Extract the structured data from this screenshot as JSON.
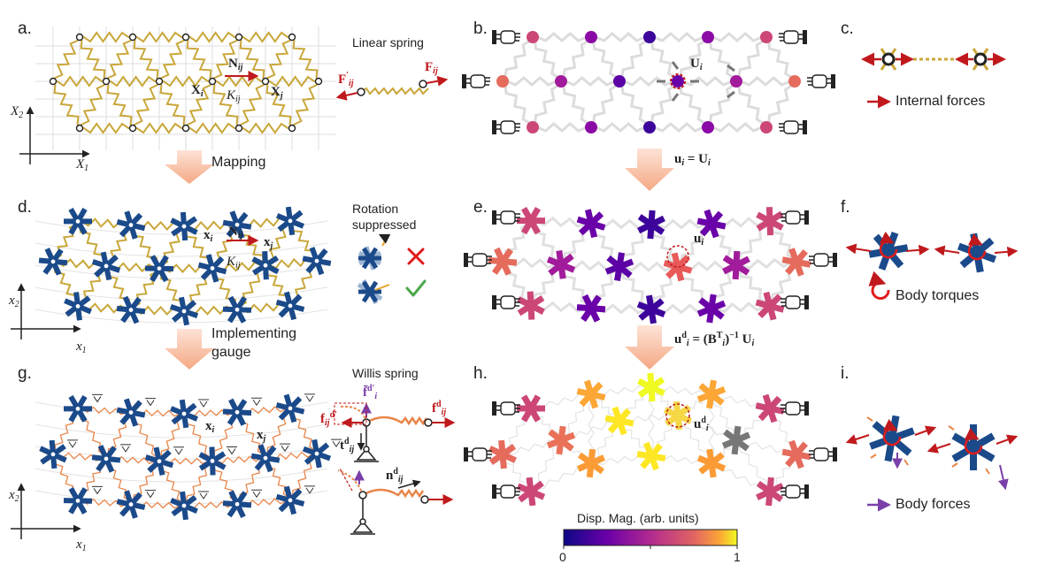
{
  "panels": {
    "a": "a.",
    "b": "b.",
    "c": "c.",
    "d": "d.",
    "e": "e.",
    "f": "f.",
    "g": "g.",
    "h": "h.",
    "i": "i."
  },
  "labels": {
    "linear_spring": "Linear spring",
    "internal_forces": "Internal forces",
    "mapping": "Mapping",
    "rotation_suppressed_1": "Rotation",
    "rotation_suppressed_2": "suppressed",
    "body_torques": "Body torques",
    "implementing_1": "Implementing",
    "implementing_2": "gauge",
    "willis_spring": "Willis spring",
    "body_forces": "Body forces"
  },
  "math": {
    "N": "N",
    "ij": "ij",
    "K": "K",
    "Xi": "X",
    "i": "i",
    "Xj": "X",
    "j": "j",
    "F": "F",
    "Fp": "F",
    "prime": "′",
    "U": "U",
    "x": "x",
    "X2": "X",
    "X2sub": "2",
    "X1": "X",
    "X1sub": "1",
    "x2": "x",
    "x2sub": "2",
    "x1": "x",
    "x1sub": "1",
    "eq1": "u",
    "eq1rest": " = U",
    "eq2": "u",
    "eq2d": "d",
    "eq2rest": " = (B",
    "eq2T": "T",
    "eq2rest2": ")",
    "eq2m1": "−1",
    "eq2U": "U",
    "ud": "u",
    "d": "d",
    "f": "f",
    "t": "t",
    "n": "n",
    "fbar": "f̄"
  },
  "colorbar": {
    "title": "Disp. Mag. (arb. units)",
    "min": "0",
    "max": "1"
  },
  "colors": {
    "spring_gold": "#c9a73a",
    "body_blue": "#1b4a8a",
    "force_red": "#c0191d",
    "willis_orange": "#e8864a",
    "torque_red": "#e01b1b",
    "body_force_purple": "#7a3fa8",
    "check_green": "#4aa84a",
    "arrow_peach": "#f6b99c"
  }
}
